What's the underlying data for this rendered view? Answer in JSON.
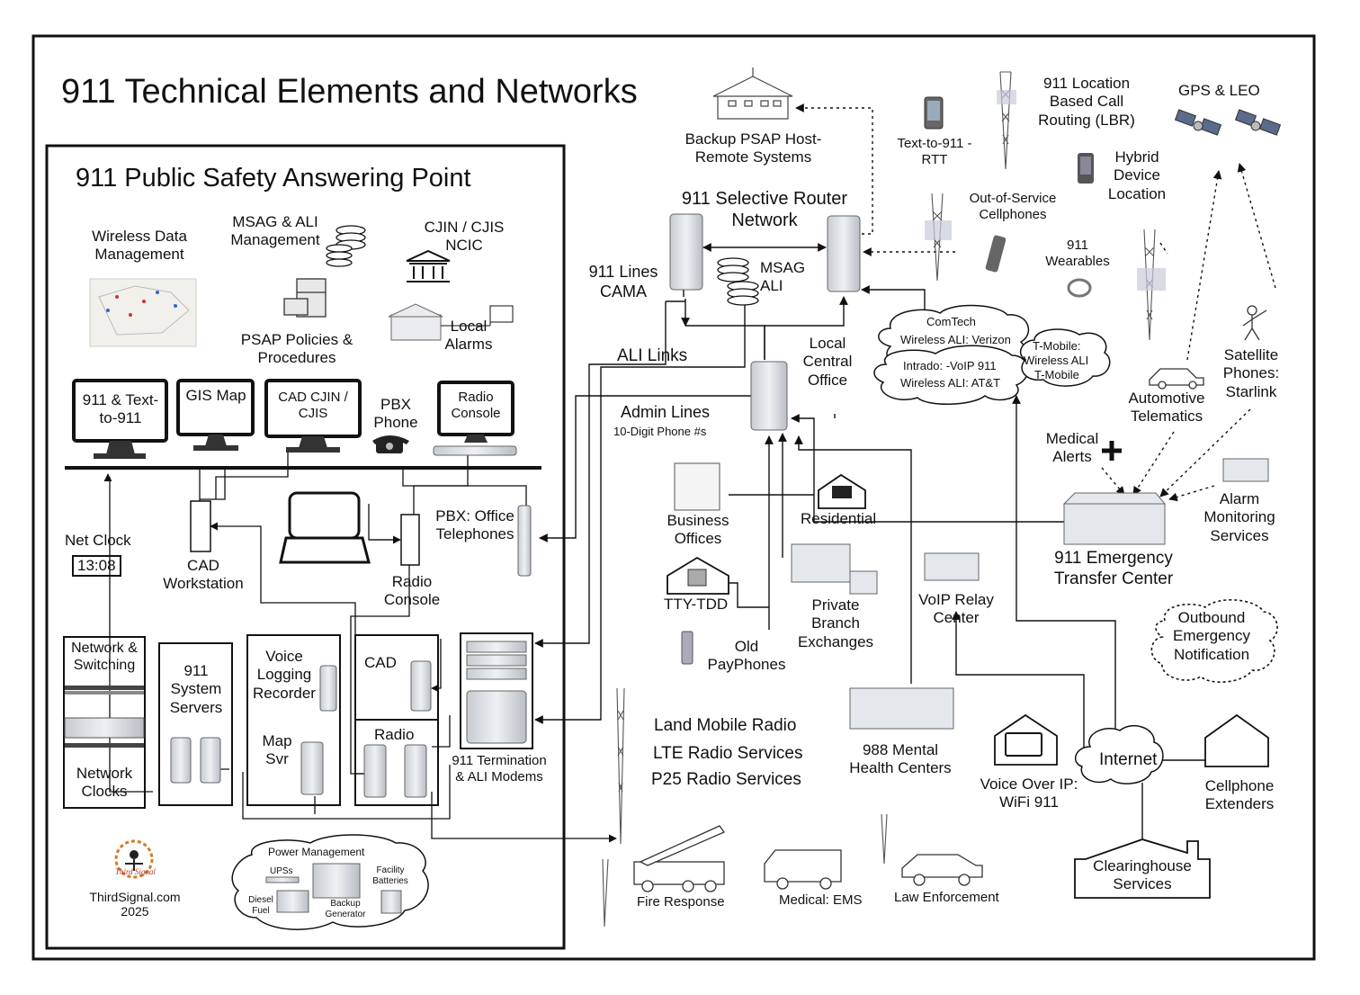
{
  "title": "911 Technical Elements and Networks",
  "psap": {
    "title": "911 Public Safety Answering Point",
    "wireless_data": "Wireless Data Management",
    "msag_ali": "MSAG & ALI Management",
    "cjin": "CJIN / CJIS NCIC",
    "policies": "PSAP Policies & Procedures",
    "local_alarms": "Local Alarms",
    "monitors": {
      "text911": "911 & Text-to-911",
      "gis": "GIS Map",
      "cad": "CAD CJIN / CJIS",
      "pbx_phone": "PBX Phone",
      "radio_console": "Radio Console"
    },
    "net_clock": {
      "label": "Net Clock",
      "time": "13:08"
    },
    "cad_workstation": "CAD Workstation",
    "radio_console2": "Radio Console",
    "pbx_office": "PBX: Office Telephones",
    "network_switching": "Network & Switching",
    "network_clocks": "Network Clocks",
    "system_servers": "911 System Servers",
    "voice_logging": "Voice Logging Recorder",
    "map_svr": "Map Svr",
    "cad": "CAD",
    "radio": "Radio",
    "termination": "911 Termination & ALI Modems",
    "power": {
      "title": "Power Management",
      "ups": "UPSs",
      "diesel": "Diesel Fuel",
      "backup": "Backup Generator",
      "facility": "Facility Batteries"
    },
    "brand": {
      "logo": "Third Signal",
      "site": "ThirdSignal.com",
      "year": "2025"
    }
  },
  "network": {
    "backup_psap": "Backup PSAP Host-Remote Systems",
    "selective_router": "911 Selective Router Network",
    "lines_cama": "911 Lines CAMA",
    "msag_ali": "MSAG ALI",
    "ali_links": "ALI Links",
    "local_central": "Local Central Office",
    "admin_lines": "Admin Lines",
    "admin_sub": "10-Digit Phone #s",
    "business": "Business Offices",
    "residential": "Residential",
    "tty": "TTY-TDD",
    "private_branch": "Private Branch Exchanges",
    "payphones": "Old PayPhones",
    "voip_relay": "VoIP Relay Center",
    "lmr": "Land Mobile Radio",
    "lte": "LTE Radio Services",
    "p25": "P25 Radio Services",
    "mental": "988 Mental Health Centers",
    "fire": "Fire Response",
    "ems": "Medical: EMS",
    "law": "Law Enforcement",
    "text_rtt": "Text-to-911 - RTT",
    "lbr": "911 Location Based Call Routing (LBR)",
    "gps": "GPS & LEO",
    "out_of_service": "Out-of-Service Cellphones",
    "hybrid": "Hybrid Device Location",
    "wearables": "911 Wearables",
    "comtech1": "ComTech",
    "comtech2": "Wireless ALI: Verizon",
    "intrado1": "Intrado:  -VoIP 911",
    "intrado2": "Wireless ALI: AT&T",
    "tmobile1": "T-Mobile:",
    "tmobile2": "Wireless ALI",
    "tmobile3": "T-Mobile",
    "automotive": "Automotive Telematics",
    "satellite": "Satellite Phones: Starlink",
    "medical_alerts": "Medical Alerts",
    "alarm_monitoring": "Alarm Monitoring Services",
    "etc": "911 Emergency Transfer Center",
    "outbound": "Outbound Emergency Notification",
    "internet": "Internet",
    "voip_wifi": "Voice Over IP: WiFi 911",
    "cell_extenders": "Cellphone Extenders",
    "clearinghouse": "Clearinghouse Services"
  },
  "colors": {
    "line": "#111111",
    "device_fill": "#d7dbe0",
    "building_fill": "#e4e8ec",
    "tower": "#555555",
    "brand": "#b03a1a"
  }
}
